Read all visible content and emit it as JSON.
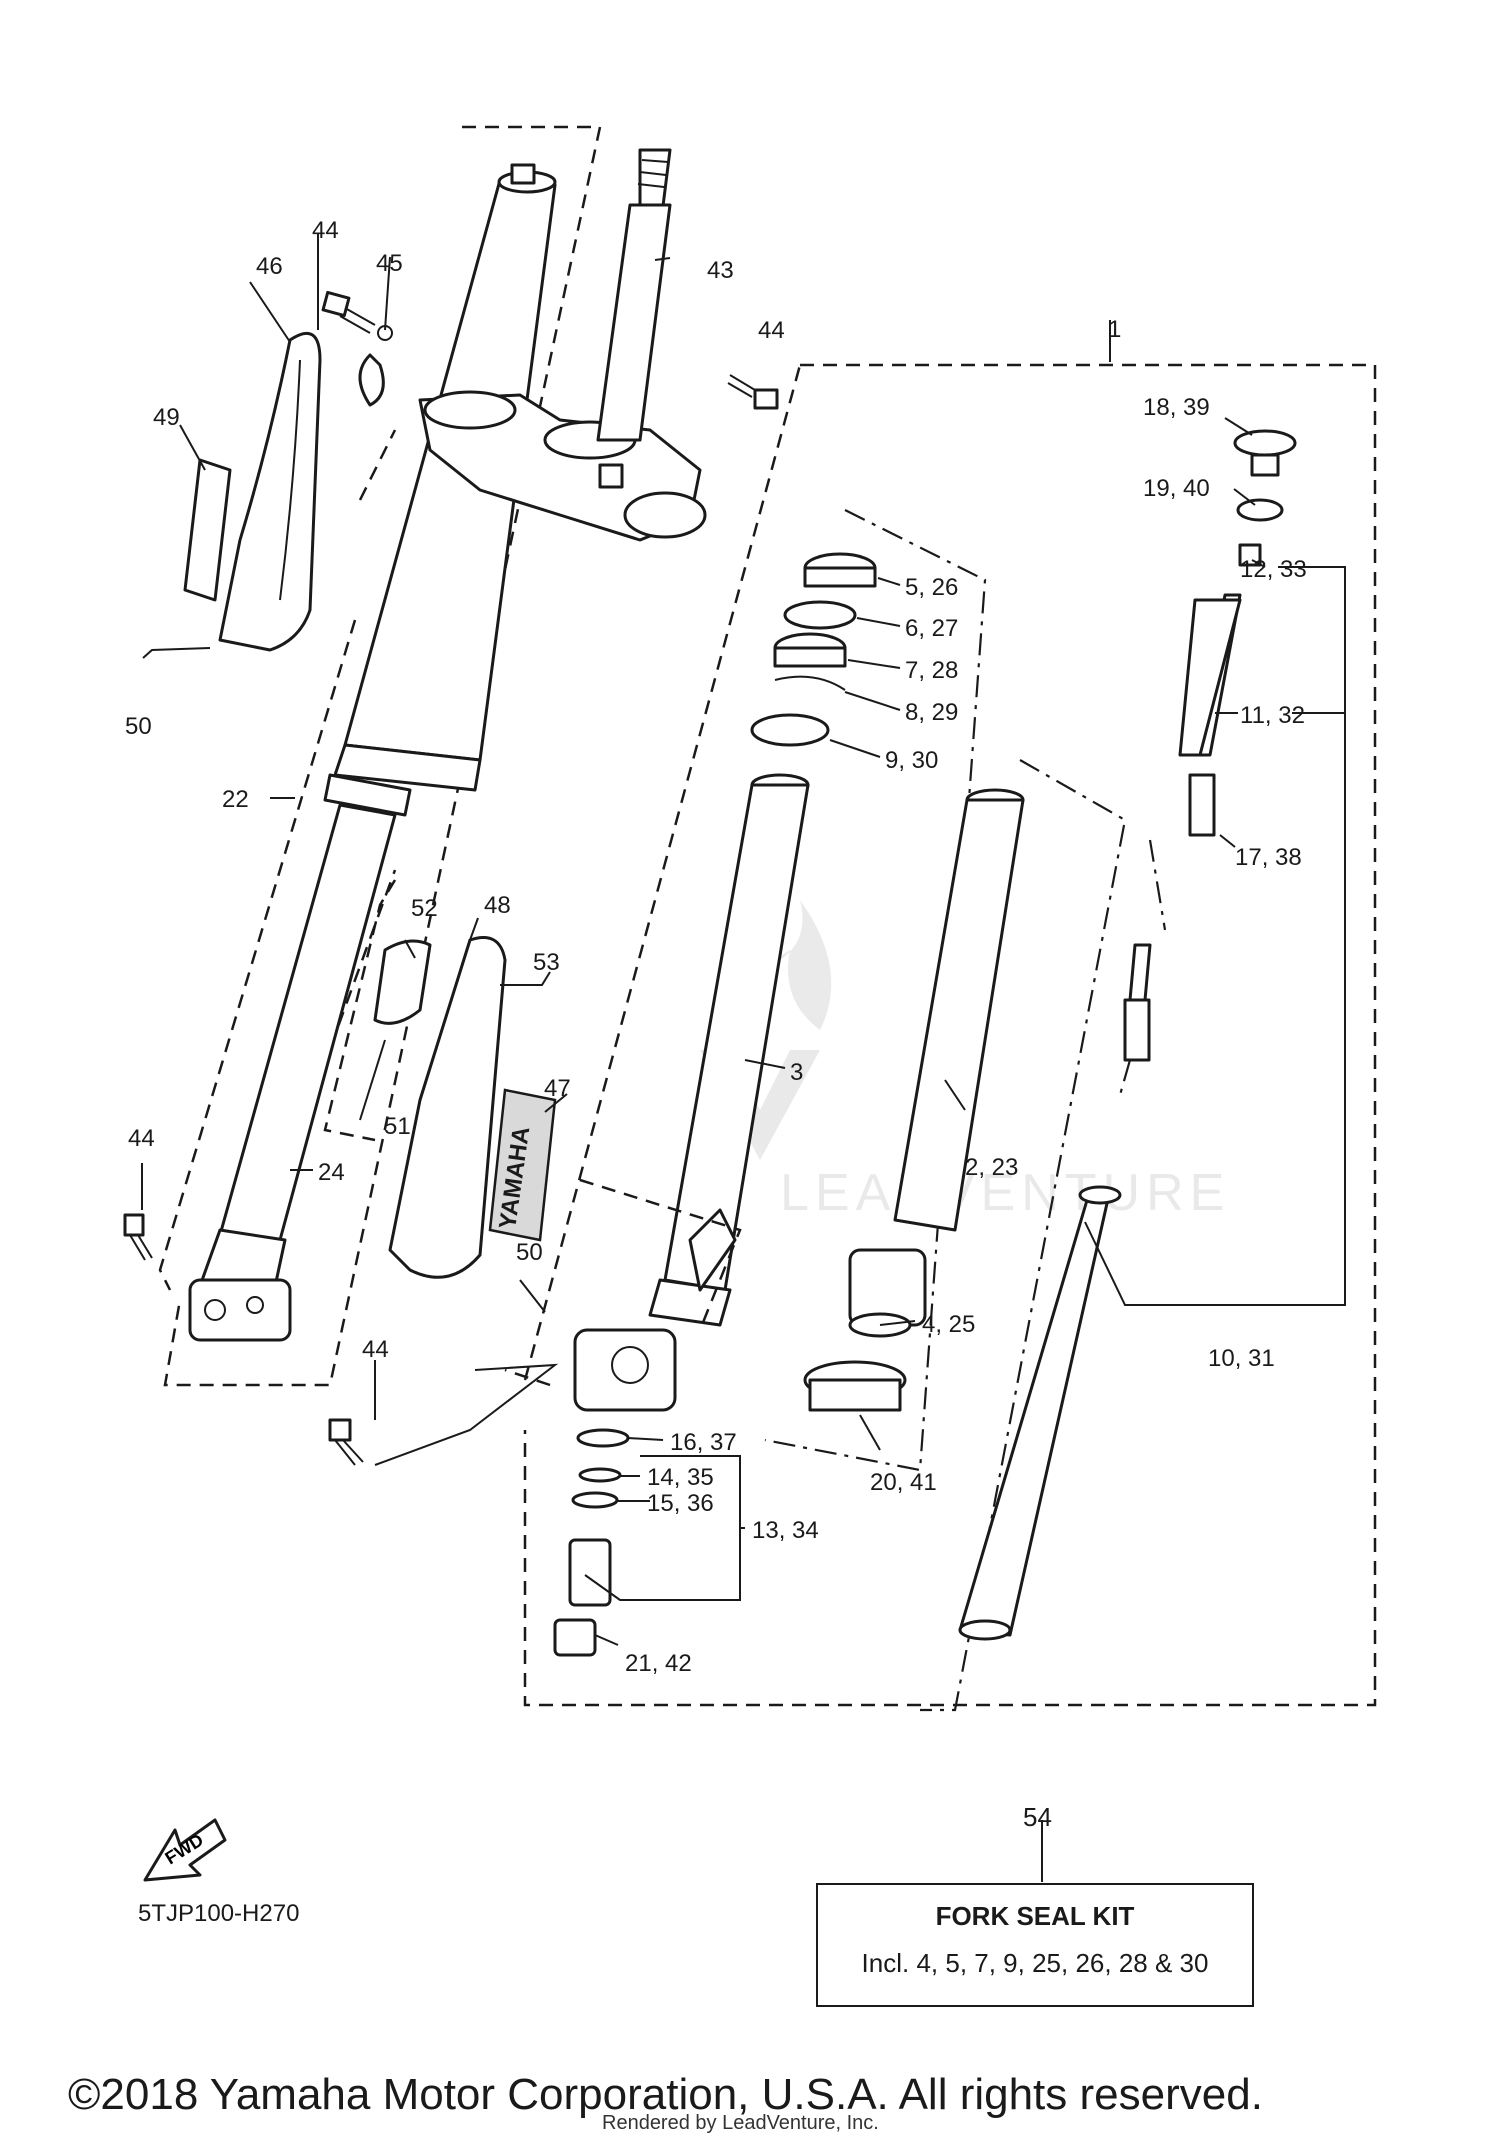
{
  "callouts": {
    "c1": "1",
    "c2": "2, 23",
    "c3": "3",
    "c4": "4, 25",
    "c5": "5, 26",
    "c6": "6, 27",
    "c7": "7, 28",
    "c8": "8, 29",
    "c9": "9, 30",
    "c10": "10, 31",
    "c11": "11, 32",
    "c12": "12, 33",
    "c13": "13, 34",
    "c14": "14, 35",
    "c15": "15, 36",
    "c16": "16, 37",
    "c17": "17, 38",
    "c18": "18, 39",
    "c19": "19, 40",
    "c20": "20, 41",
    "c21": "21, 42",
    "c22": "22",
    "c24": "24",
    "c43": "43",
    "c44a": "44",
    "c44b": "44",
    "c44c": "44",
    "c44d": "44",
    "c45": "45",
    "c46": "46",
    "c47": "47",
    "c48": "48",
    "c49": "49",
    "c50a": "50",
    "c50b": "50",
    "c51": "51",
    "c52": "52",
    "c53": "53"
  },
  "fork_seal_kit": {
    "number": "54",
    "title": "FORK SEAL KIT",
    "includes": "Incl. 4, 5, 7, 9, 25, 26, 28 & 30"
  },
  "decal_text": "YAMAHA",
  "fwd_text": "FWD",
  "watermark": "LEADVENTURE",
  "diagram_code": "5TJP100-H270",
  "copyright": "©2018 Yamaha Motor Corporation, U.S.A. All rights reserved.",
  "rendered_by": "Rendered by LeadVenture, Inc."
}
